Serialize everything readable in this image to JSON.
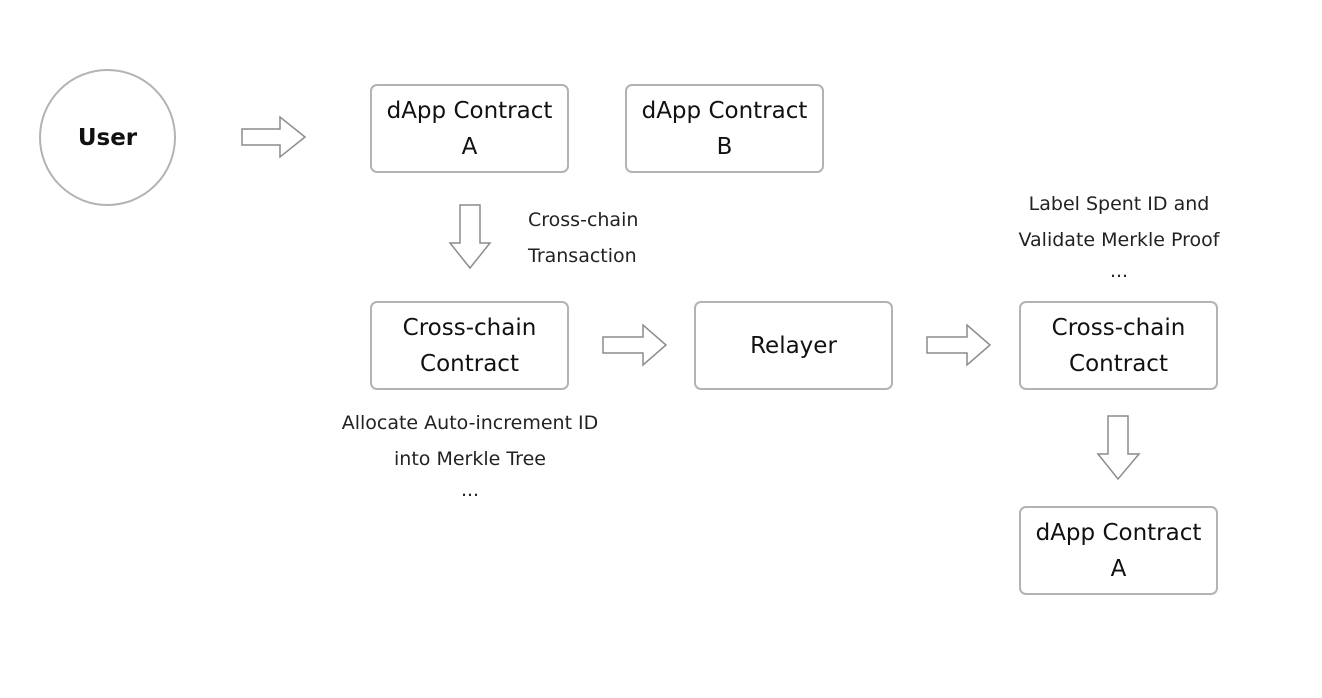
{
  "nodes": {
    "user": "User",
    "dapp_a_source": [
      "dApp Contract",
      "A"
    ],
    "dapp_b": [
      "dApp Contract",
      "B"
    ],
    "crosschain_source": [
      "Cross-chain",
      "Contract"
    ],
    "relayer": "Relayer",
    "crosschain_target": [
      "Cross-chain",
      "Contract"
    ],
    "dapp_a_target": [
      "dApp Contract",
      "A"
    ]
  },
  "annotations": {
    "transaction": [
      "Cross-chain",
      "Transaction"
    ],
    "allocate": [
      "Allocate Auto-increment ID",
      "into Merkle Tree",
      "..."
    ],
    "validate": [
      "Label Spent ID and",
      "Validate Merkle Proof",
      "..."
    ]
  },
  "colors": {
    "border": "#b3b3b3",
    "arrow_stroke": "#8c8c8c",
    "text": "#111111"
  }
}
